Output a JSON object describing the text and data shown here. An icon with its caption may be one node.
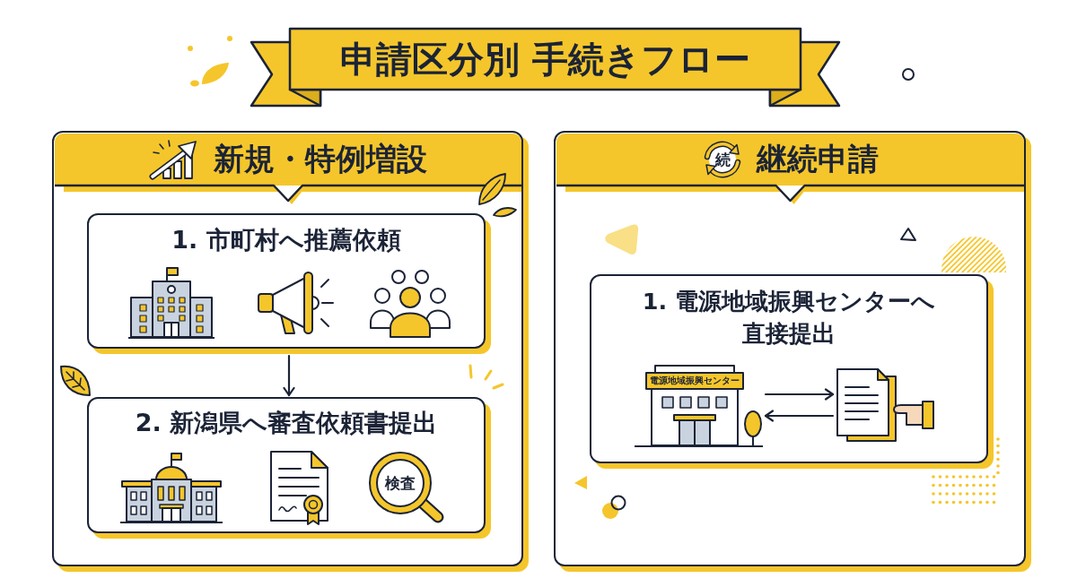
{
  "diagram": {
    "title": "申請区分別 手続きフロー",
    "nodes": [
      {
        "text": [
          "新規・特例増設"
        ]
      },
      {
        "text": [
          "1. 市町村へ推薦依頼"
        ],
        "in": 0
      },
      {
        "text": [
          "2. 新潟県へ審査依頼書提出"
        ],
        "in": 0
      },
      {
        "text": [
          "継続申請"
        ]
      },
      {
        "text": [
          "1. 電源地域振興センターへ直接提出"
        ],
        "in": 3
      },
      {
        "text": [
          "電源地域振興センター"
        ],
        "in": 4
      },
      {
        "text": [],
        "shape": "picture",
        "in": 4
      }
    ],
    "edges": [
      {
        "from": 1,
        "to": 2,
        "arrow": "to"
      },
      {
        "from": 5,
        "to": 6,
        "arrow": "to"
      },
      {
        "from": 6,
        "to": 5,
        "arrow": "to"
      }
    ],
    "labels": [
      "検査",
      "続"
    ]
  }
}
